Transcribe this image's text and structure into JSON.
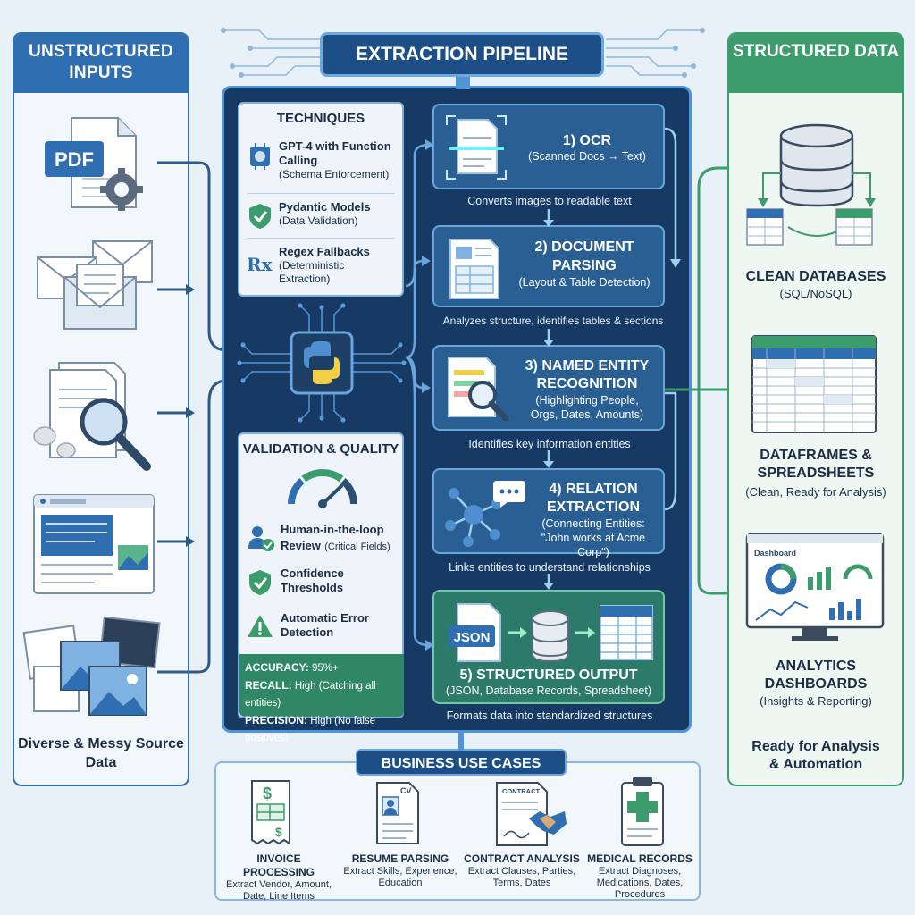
{
  "left": {
    "title": "UNSTRUCTURED INPUTS",
    "pdf_label": "PDF",
    "footer": "Diverse & Messy Source Data"
  },
  "pipeline": {
    "title": "EXTRACTION PIPELINE",
    "techniques": {
      "title": "TECHNIQUES",
      "items": [
        {
          "name": "GPT-4 with Function Calling",
          "sub": "(Schema Enforcement)"
        },
        {
          "name": "Pydantic Models",
          "sub": "(Data Validation)"
        },
        {
          "name": "Regex Fallbacks",
          "sub": "(Deterministic Extraction)",
          "icon_text": "Rx"
        }
      ]
    },
    "validation": {
      "title": "VALIDATION & QUALITY",
      "items": [
        {
          "name": "Human-in-the-loop Review",
          "sub": "(Critical Fields)"
        },
        {
          "name": "Confidence Thresholds",
          "sub": ""
        },
        {
          "name": "Automatic Error Detection",
          "sub": ""
        }
      ],
      "metrics": [
        {
          "label": "ACCURACY:",
          "value": "95%+"
        },
        {
          "label": "RECALL:",
          "value": "High (Catching all entities)"
        },
        {
          "label": "PRECISION:",
          "value": "High (No false positives)"
        }
      ]
    },
    "steps": [
      {
        "title": "1) OCR",
        "sub": "(Scanned Docs → Text)",
        "caption": "Converts images to readable text"
      },
      {
        "title": "2) DOCUMENT PARSING",
        "sub": "(Layout & Table Detection)",
        "caption": "Analyzes structure, identifies tables & sections"
      },
      {
        "title": "3) NAMED ENTITY RECOGNITION",
        "sub": "(Highlighting People, Orgs, Dates, Amounts)",
        "caption": "Identifies key information entities"
      },
      {
        "title": "4) RELATION EXTRACTION",
        "sub": "(Connecting Entities: \"John works at Acme Corp\")",
        "caption": "Links entities to understand relationships"
      },
      {
        "title": "5) STRUCTURED OUTPUT",
        "sub": "(JSON, Database Records, Spreadsheet)",
        "caption": "Formats data into standardized structures",
        "json_label": "JSON"
      }
    ]
  },
  "right": {
    "title": "STRUCTURED DATA",
    "outputs": [
      {
        "name": "CLEAN DATABASES",
        "sub": "(SQL/NoSQL)"
      },
      {
        "name": "DATAFRAMES & SPREADSHEETS",
        "sub": "(Clean, Ready for Analysis)"
      },
      {
        "name": "ANALYTICS DASHBOARDS",
        "sub": "(Insights & Reporting)"
      }
    ],
    "dashboard_title": "Dashboard",
    "footer": "Ready for Analysis & Automation"
  },
  "business": {
    "title": "BUSINESS USE CASES",
    "items": [
      {
        "name": "INVOICE PROCESSING",
        "sub": "Extract Vendor, Amount, Date, Line Items"
      },
      {
        "name": "RESUME PARSING",
        "sub": "Extract Skills, Experience, Education",
        "icon_text": "CV"
      },
      {
        "name": "CONTRACT ANALYSIS",
        "sub": "Extract Clauses, Parties, Terms, Dates",
        "icon_text": "CONTRACT"
      },
      {
        "name": "MEDICAL RECORDS",
        "sub": "Extract Diagnoses, Medications, Dates, Procedures"
      }
    ]
  },
  "colors": {
    "blue": "#2f6eb0",
    "green": "#3d9c6b",
    "navy": "#163a64",
    "step": "#2a5f93"
  }
}
